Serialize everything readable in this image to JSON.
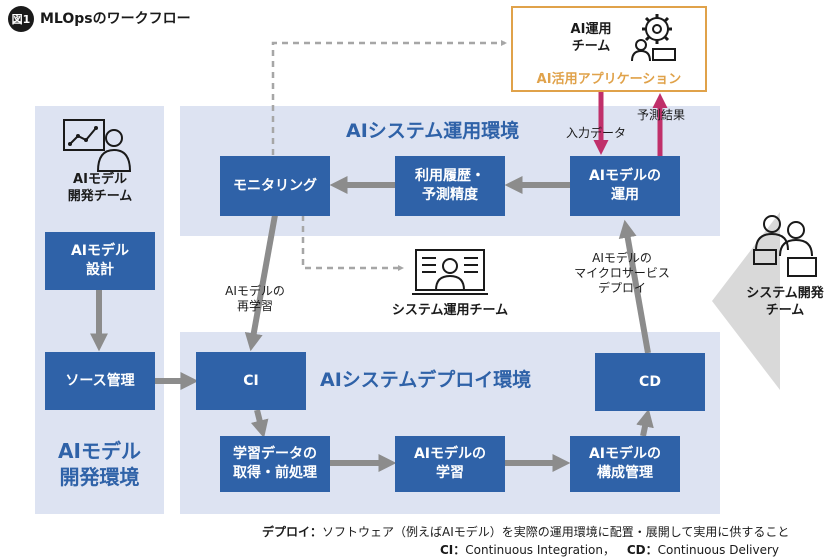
{
  "figure": {
    "badge": "図1",
    "title": "MLOpsのワークフロー"
  },
  "panels": {
    "dev_env": "AIモデル\n開発環境",
    "ops_env": "AIシステム運用環境",
    "deploy_env": "AIシステムデプロイ環境"
  },
  "teams": {
    "model_dev": "AIモデル\n開発チーム",
    "ai_ops": "AI運用\nチーム",
    "sys_ops": "システム運用チーム",
    "sys_dev": "システム開発\nチーム"
  },
  "app_label": "AI活用アプリケーション",
  "boxes": {
    "model_design": "AIモデル\n設計",
    "source_mgmt": "ソース管理",
    "ci": "CI",
    "preprocess": "学習データの\n取得・前処理",
    "model_training": "AIモデルの\n学習",
    "config_mgmt": "AIモデルの\n構成管理",
    "cd": "CD",
    "monitoring": "モニタリング",
    "usage_history": "利用履歴・\n予測精度",
    "model_ops": "AIモデルの\n運用"
  },
  "edge_labels": {
    "input_data": "入力データ",
    "prediction": "予測結果",
    "relearn": "AIモデルの\n再学習",
    "microservice": "AIモデルの\nマイクロサービス\nデプロイ"
  },
  "footnotes": {
    "deploy_term": "デプロイ：",
    "deploy_def": "ソフトウェア（例えばAIモデル）を実際の運用環境に配置・展開して実用に供すること",
    "ci_term": "CI：",
    "ci_def": "Continuous Integration，",
    "cd_term": "CD：",
    "cd_def": "Continuous Delivery"
  },
  "colors": {
    "box": "#2f62a8",
    "panel": "#dde3f2",
    "arrow": "#8c8c8c",
    "app_border": "#e0a24a",
    "app_text": "#e0a24a",
    "io_arrow": "#c0306a"
  },
  "icons": [
    "gear-person-icon",
    "analyst-icon",
    "monitor-person-icon",
    "developers-icon"
  ]
}
